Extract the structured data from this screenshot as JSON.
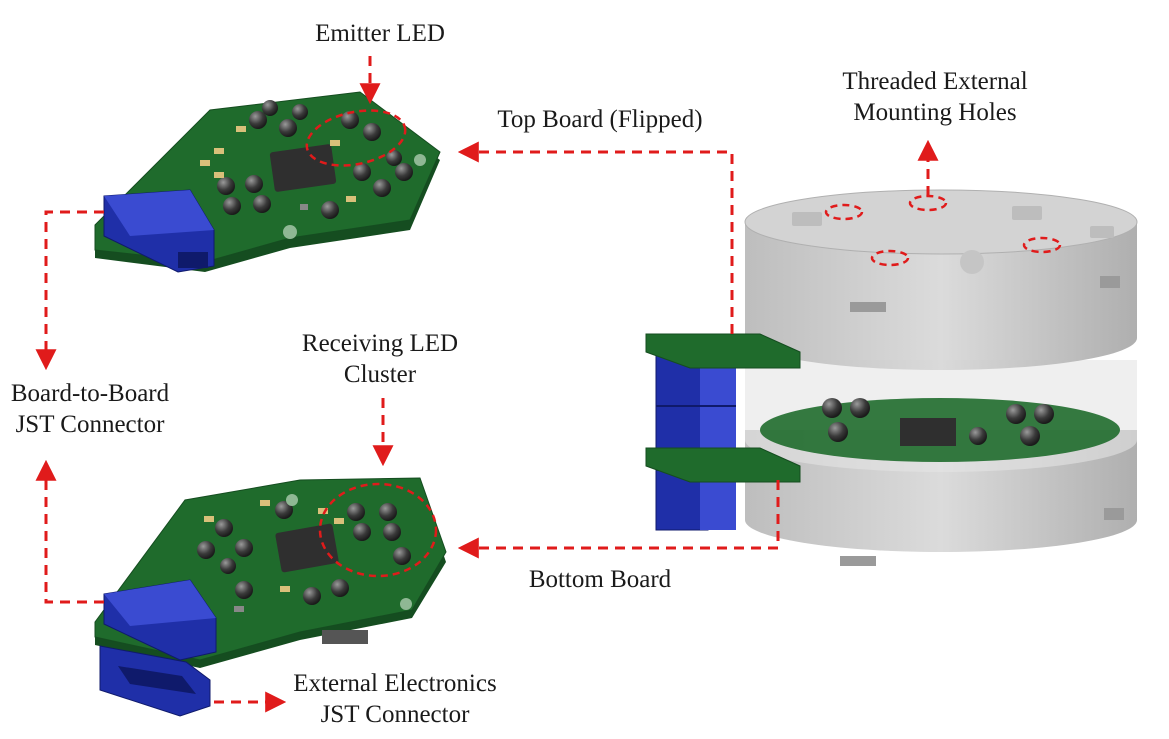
{
  "labels": {
    "emitter_led": "Emitter LED",
    "top_board": "Top Board (Flipped)",
    "mounting_holes_line1": "Threaded External",
    "mounting_holes_line2": "Mounting Holes",
    "board_to_board_line1": "Board-to-Board",
    "board_to_board_line2": "JST Connector",
    "receiving_led_line1": "Receiving LED",
    "receiving_led_line2": "Cluster",
    "bottom_board": "Bottom Board",
    "external_line1": "External Electronics",
    "external_line2": "JST Connector"
  },
  "colors": {
    "pcb_green": "#1f6b2c",
    "pcb_edge": "#154d20",
    "connector_blue": "#1f2fa8",
    "housing_gray": "#c9c9c9",
    "chip": "#2f2f2f",
    "led": "#3a3a3a",
    "arrow_red": "#e01b1b"
  }
}
